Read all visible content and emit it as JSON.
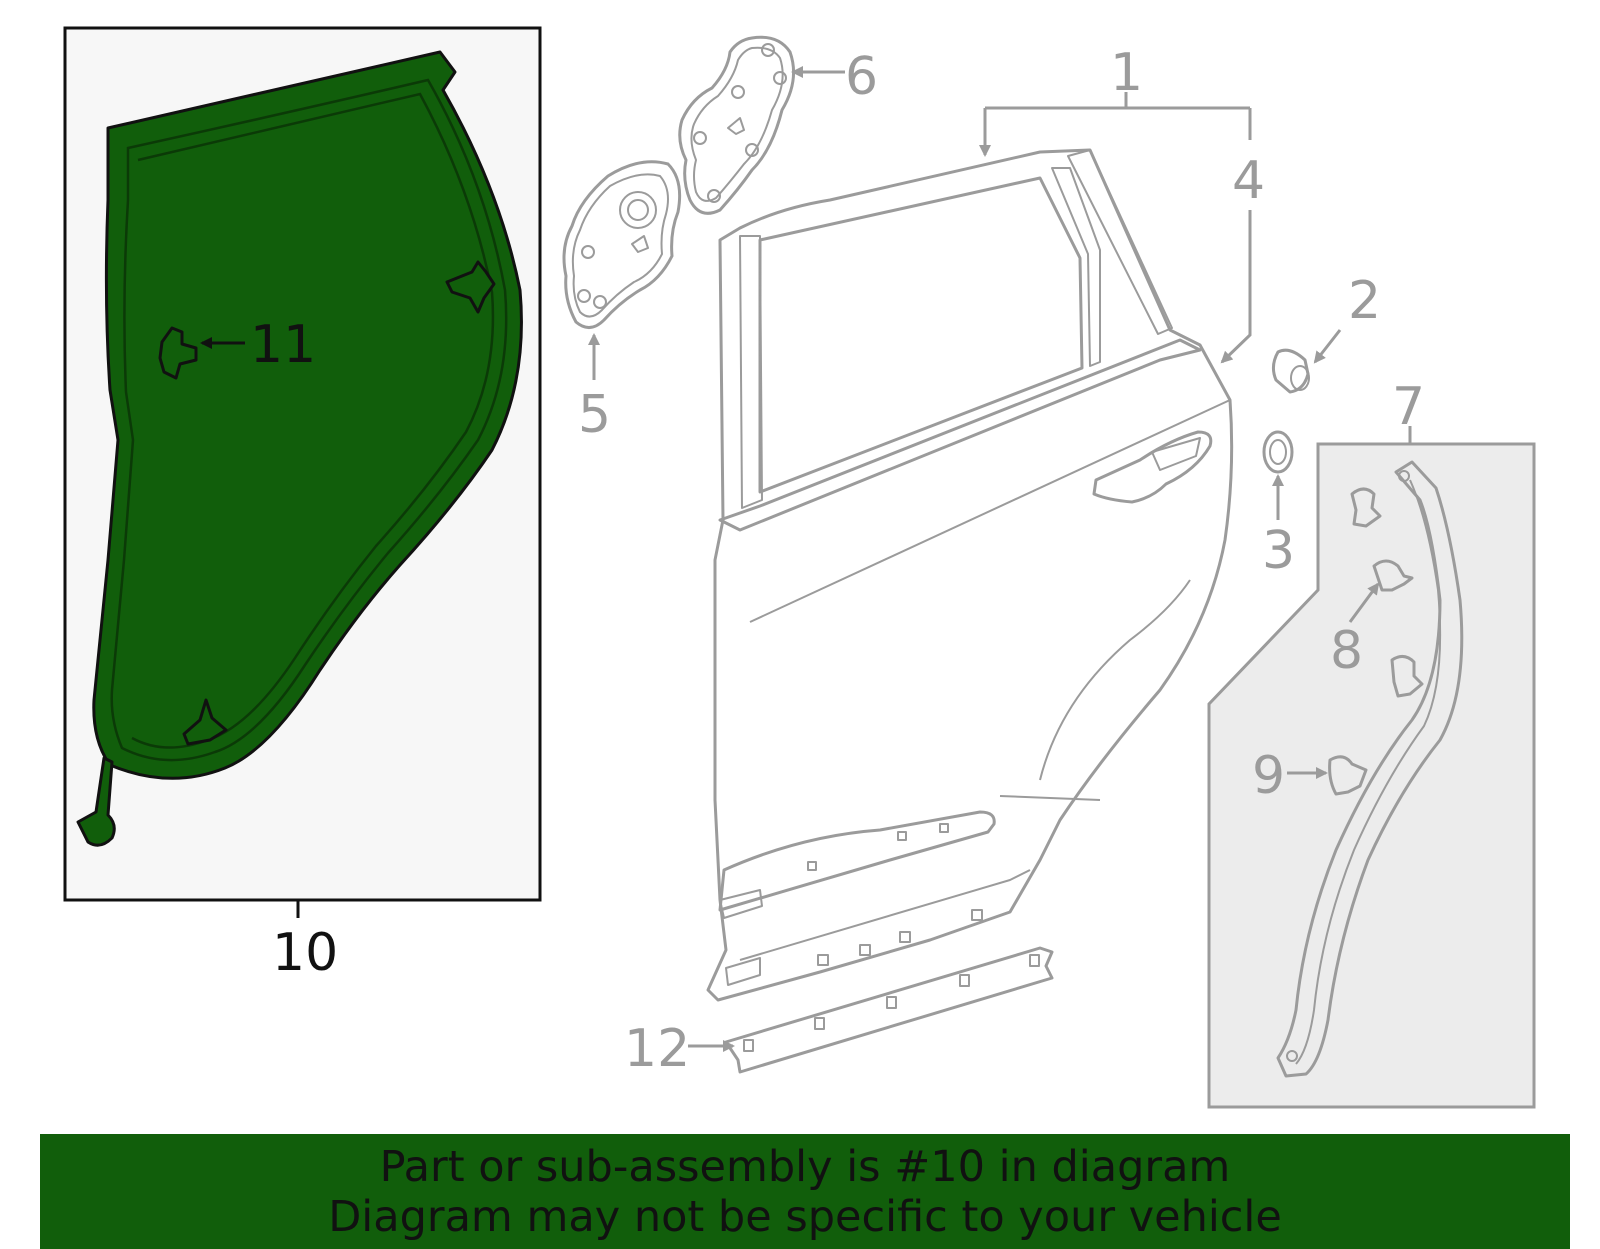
{
  "callouts": {
    "c1": "1",
    "c2": "2",
    "c3": "3",
    "c4": "4",
    "c5": "5",
    "c6": "6",
    "c7": "7",
    "c8": "8",
    "c9": "9",
    "c10": "10",
    "c11": "11",
    "c12": "12"
  },
  "highlighted_part": "10",
  "colors": {
    "highlight_green": "#115e0b",
    "line_gray": "#9b9b9b",
    "inset_background": "#f7f7f7"
  },
  "banner": {
    "line1": "Part or sub-assembly is #10 in diagram",
    "line2": "Diagram may not be specific to your vehicle"
  }
}
